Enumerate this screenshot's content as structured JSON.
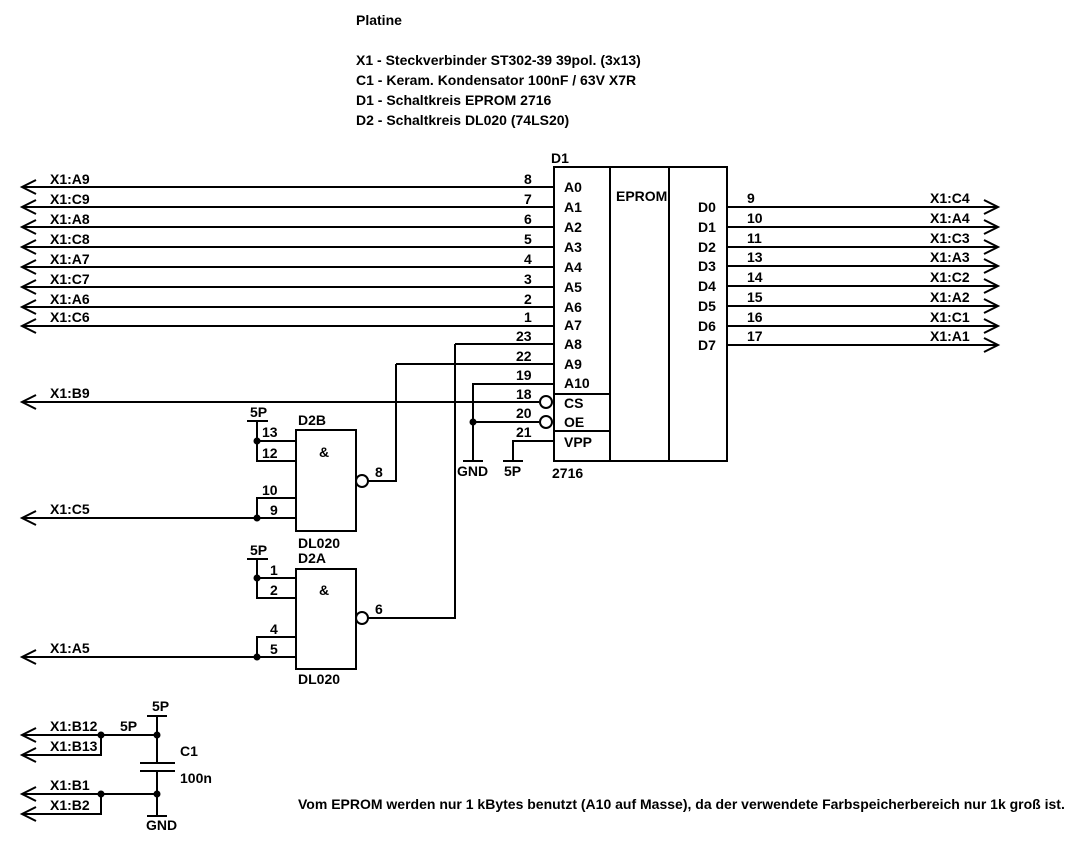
{
  "header": {
    "title": "Platine",
    "parts": [
      "X1 - Steckverbinder ST302-39 39pol. (3x13)",
      "C1 - Keram. Kondensator 100nF / 63V  X7R",
      "D1 - Schaltkreis EPROM 2716",
      "D2 - Schaltkreis DL020 (74LS20)"
    ]
  },
  "eprom": {
    "ref": "D1",
    "label": "EPROM",
    "type": "2716",
    "addr_inputs": [
      {
        "conn": "X1:A9",
        "pin": "8",
        "name": "A0"
      },
      {
        "conn": "X1:C9",
        "pin": "7",
        "name": "A1"
      },
      {
        "conn": "X1:A8",
        "pin": "6",
        "name": "A2"
      },
      {
        "conn": "X1:C8",
        "pin": "5",
        "name": "A3"
      },
      {
        "conn": "X1:A7",
        "pin": "4",
        "name": "A4"
      },
      {
        "conn": "X1:C7",
        "pin": "3",
        "name": "A5"
      },
      {
        "conn": "X1:A6",
        "pin": "2",
        "name": "A6"
      },
      {
        "conn": "X1:C6",
        "pin": "1",
        "name": "A7"
      }
    ],
    "other_inputs": [
      {
        "pin": "23",
        "name": "A8"
      },
      {
        "pin": "22",
        "name": "A9"
      },
      {
        "pin": "19",
        "name": "A10"
      },
      {
        "pin": "18",
        "name": "CS"
      },
      {
        "pin": "20",
        "name": "OE"
      },
      {
        "pin": "21",
        "name": "VPP"
      }
    ],
    "outputs": [
      {
        "name": "D0",
        "pin": "9",
        "conn": "X1:C4"
      },
      {
        "name": "D1",
        "pin": "10",
        "conn": "X1:A4"
      },
      {
        "name": "D2",
        "pin": "11",
        "conn": "X1:C3"
      },
      {
        "name": "D3",
        "pin": "13",
        "conn": "X1:A3"
      },
      {
        "name": "D4",
        "pin": "14",
        "conn": "X1:C2"
      },
      {
        "name": "D5",
        "pin": "15",
        "conn": "X1:A2"
      },
      {
        "name": "D6",
        "pin": "16",
        "conn": "X1:C1"
      },
      {
        "name": "D7",
        "pin": "17",
        "conn": "X1:A1"
      }
    ],
    "cs_conn": "X1:B9",
    "gnd_label": "GND",
    "vpp_supply": "5P"
  },
  "gate_b": {
    "ref": "D2B",
    "type": "DL020",
    "symbol": "&",
    "supply": "5P",
    "in_pins": [
      "13",
      "12",
      "10",
      "9"
    ],
    "out_pin": "8",
    "conn": "X1:C5"
  },
  "gate_a": {
    "ref": "D2A",
    "type": "DL020",
    "symbol": "&",
    "supply": "5P",
    "in_pins": [
      "1",
      "2",
      "4",
      "5"
    ],
    "out_pin": "6",
    "conn": "X1:A5"
  },
  "power": {
    "top_label": "5P",
    "net_label": "5P",
    "cap_ref": "C1",
    "cap_value": "100n",
    "gnd_label": "GND",
    "conns": [
      "X1:B12",
      "X1:B13",
      "X1:B1",
      "X1:B2"
    ]
  },
  "footnote": "Vom EPROM werden nur 1 kBytes benutzt (A10 auf Masse), da der verwendete Farbspeicherbereich nur 1k groß ist."
}
